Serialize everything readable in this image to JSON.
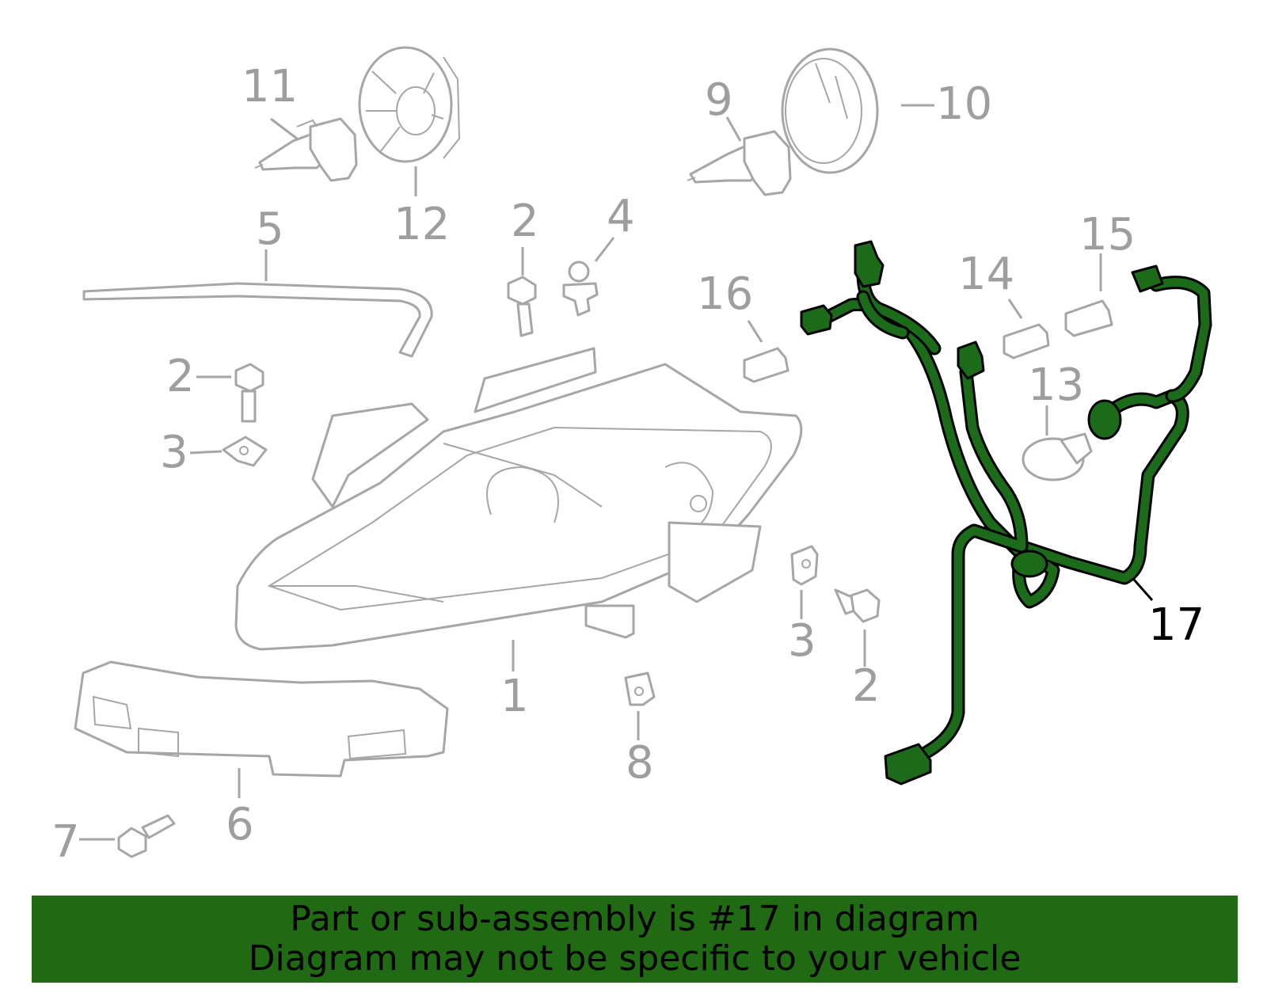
{
  "diagram": {
    "highlight_color": "#1b6b1b",
    "part_color": "#a6a6a6",
    "callouts": {
      "c1": "1",
      "c2a": "2",
      "c2b": "2",
      "c2c": "2",
      "c3a": "3",
      "c3b": "3",
      "c4": "4",
      "c5": "5",
      "c6": "6",
      "c7": "7",
      "c8": "8",
      "c9": "9",
      "c10": "10",
      "c11": "11",
      "c12": "12",
      "c13": "13",
      "c14": "14",
      "c15": "15",
      "c16": "16",
      "c17": "17"
    },
    "highlighted_part": "17"
  },
  "banner": {
    "background": "#1f6a12",
    "line1": "Part or sub-assembly is #17 in diagram",
    "line2": "Diagram may not be specific to your vehicle"
  }
}
